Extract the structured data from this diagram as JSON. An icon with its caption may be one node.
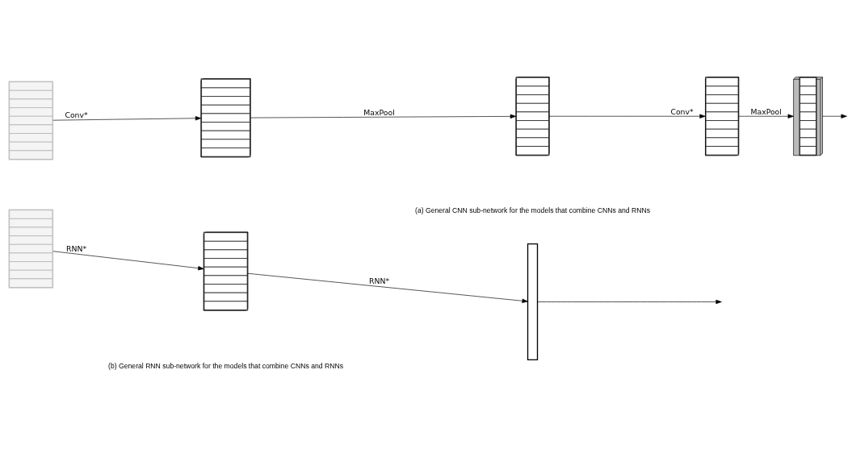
{
  "diagram": {
    "nodes": [
      {
        "text": [],
        "shape": "picture"
      },
      {
        "text": [],
        "shape": "box"
      },
      {
        "text": [],
        "shape": "box"
      },
      {
        "text": [],
        "shape": "box"
      },
      {
        "text": [],
        "shape": "box"
      },
      {
        "text": [],
        "shape": "picture"
      },
      {
        "text": [],
        "shape": "box"
      },
      {
        "text": [],
        "shape": "bar"
      }
    ],
    "edges": [
      {
        "from": 0,
        "to": 1,
        "arrow": "to",
        "label": "Conv*"
      },
      {
        "from": 1,
        "to": 2,
        "arrow": "to",
        "label": "MaxPool"
      },
      {
        "from": 2,
        "to": 3,
        "arrow": "to",
        "label": "Conv*"
      },
      {
        "from": 3,
        "to": 4,
        "arrow": "to",
        "label": "MaxPool"
      },
      {
        "from": 4,
        "to": null,
        "arrow": "to"
      },
      {
        "from": 5,
        "to": 6,
        "arrow": "to",
        "label": "RNN*"
      },
      {
        "from": 6,
        "to": 7,
        "arrow": "to",
        "label": "RNN*"
      },
      {
        "from": 7,
        "to": null,
        "arrow": "to"
      }
    ],
    "labels": [
      "(a) General CNN sub-network for the models that combine CNNs and RNNs",
      "(b) General RNN sub-network for the models that combine CNNs and RNNs"
    ]
  }
}
